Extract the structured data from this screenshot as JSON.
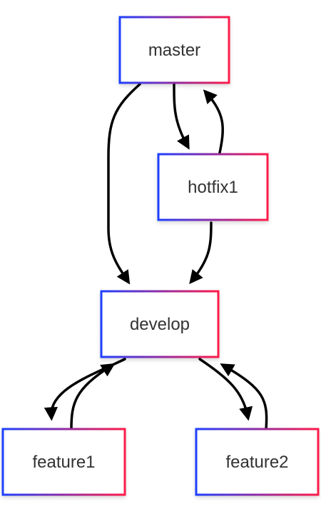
{
  "nodes": {
    "master": "master",
    "hotfix1": "hotfix1",
    "develop": "develop",
    "feature1": "feature1",
    "feature2": "feature2"
  },
  "colors": {
    "border_gradient_start": "#1f3fff",
    "border_gradient_end": "#ff1a4a",
    "edge": "#000000",
    "label_text": "#333333"
  }
}
